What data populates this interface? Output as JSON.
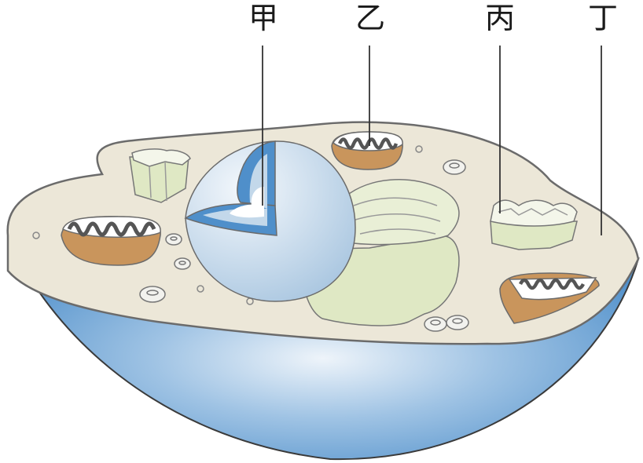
{
  "labels": {
    "jia": "甲",
    "yi": "乙",
    "bing": "丙",
    "ding": "丁"
  },
  "colors": {
    "membrane_blue": "#5b9bd4",
    "cytoplasm": "#ece7d8",
    "nucleus": "#c3d8ea",
    "golgi": "#dfe8c4",
    "mitochondria_cristae": "#555555",
    "mitochondria_wall": "#c9955c"
  }
}
